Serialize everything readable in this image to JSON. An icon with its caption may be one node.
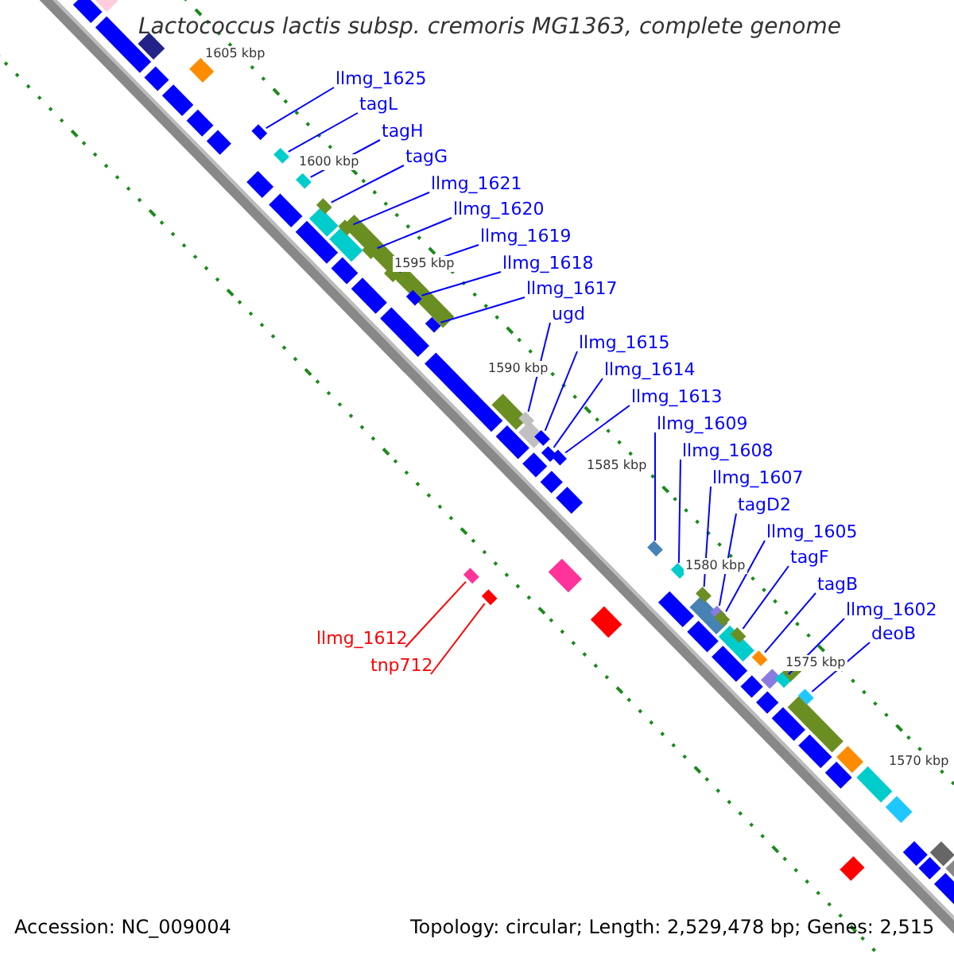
{
  "diagram": {
    "title": "Lactococcus lactis subsp. cremoris MG1363, complete genome",
    "nodes": [
      {
        "text": [
          "llmg_1625"
        ]
      },
      {
        "text": [
          "tagL"
        ]
      },
      {
        "text": [
          "tagH"
        ]
      },
      {
        "text": [
          "tagG"
        ]
      },
      {
        "text": [
          "llmg_1621"
        ]
      },
      {
        "text": [
          "llmg_1620"
        ]
      },
      {
        "text": [
          "llmg_1619"
        ]
      },
      {
        "text": [
          "llmg_1618"
        ]
      },
      {
        "text": [
          "llmg_1617"
        ]
      },
      {
        "text": [
          "ugd"
        ]
      },
      {
        "text": [
          "llmg_1615"
        ]
      },
      {
        "text": [
          "llmg_1614"
        ]
      },
      {
        "text": [
          "llmg_1613"
        ]
      },
      {
        "text": [
          "llmg_1609"
        ]
      },
      {
        "text": [
          "llmg_1608"
        ]
      },
      {
        "text": [
          "llmg_1607"
        ]
      },
      {
        "text": [
          "tagD2"
        ]
      },
      {
        "text": [
          "llmg_1605"
        ]
      },
      {
        "text": [
          "tagF"
        ]
      },
      {
        "text": [
          "tagB"
        ]
      },
      {
        "text": [
          "llmg_1602"
        ]
      },
      {
        "text": [
          "deoB"
        ]
      },
      {
        "text": [
          "llmg_1612"
        ]
      },
      {
        "text": [
          "tnp712"
        ]
      },
      {
        "text": [],
        "shape": "bar"
      },
      {
        "text": [],
        "shape": "bar"
      },
      {
        "text": [],
        "shape": "bar"
      },
      {
        "text": [],
        "shape": "bar"
      },
      {
        "text": [],
        "shape": "bar"
      },
      {
        "text": [],
        "shape": "bar"
      },
      {
        "text": [],
        "shape": "bar"
      },
      {
        "text": [],
        "shape": "bar"
      },
      {
        "text": [],
        "shape": "bar"
      },
      {
        "text": [],
        "shape": "bar"
      },
      {
        "text": [],
        "shape": "bar"
      },
      {
        "text": [],
        "shape": "bar"
      },
      {
        "text": [],
        "shape": "bar"
      },
      {
        "text": [],
        "shape": "bar"
      },
      {
        "text": [],
        "shape": "bar"
      },
      {
        "text": [],
        "shape": "bar"
      },
      {
        "text": [],
        "shape": "bar"
      },
      {
        "text": [],
        "shape": "bar"
      },
      {
        "text": [],
        "shape": "bar"
      },
      {
        "text": [],
        "shape": "bar"
      },
      {
        "text": [],
        "shape": "bar"
      },
      {
        "text": [],
        "shape": "bar"
      },
      {
        "text": [],
        "shape": "bar"
      },
      {
        "text": [],
        "shape": "bar"
      }
    ],
    "edges": [
      {
        "from": 0,
        "to": 24,
        "arrow": "none"
      },
      {
        "from": 1,
        "to": 25,
        "arrow": "none"
      },
      {
        "from": 2,
        "to": 26,
        "arrow": "none"
      },
      {
        "from": 3,
        "to": 27,
        "arrow": "none"
      },
      {
        "from": 4,
        "to": 28,
        "arrow": "none"
      },
      {
        "from": 5,
        "to": 29,
        "arrow": "none"
      },
      {
        "from": 6,
        "to": 30,
        "arrow": "none"
      },
      {
        "from": 7,
        "to": 31,
        "arrow": "none"
      },
      {
        "from": 8,
        "to": 32,
        "arrow": "none"
      },
      {
        "from": 9,
        "to": 35,
        "arrow": "none"
      },
      {
        "from": 10,
        "to": 36,
        "arrow": "none"
      },
      {
        "from": 11,
        "to": 37,
        "arrow": "none"
      },
      {
        "from": 12,
        "to": 38,
        "arrow": "none"
      },
      {
        "from": 13,
        "to": 39,
        "arrow": "none"
      },
      {
        "from": 14,
        "to": 40,
        "arrow": "none"
      },
      {
        "from": 15,
        "to": 41,
        "arrow": "none"
      },
      {
        "from": 16,
        "to": 42,
        "arrow": "none"
      },
      {
        "from": 17,
        "to": 43,
        "arrow": "none"
      },
      {
        "from": 18,
        "to": 44,
        "arrow": "none"
      },
      {
        "from": 19,
        "to": 45,
        "arrow": "none"
      },
      {
        "from": 20,
        "to": 46,
        "arrow": "none"
      },
      {
        "from": 21,
        "to": 47,
        "arrow": "none"
      },
      {
        "from": 22,
        "to": 33,
        "arrow": "none",
        "color": "#ff0000"
      },
      {
        "from": 23,
        "to": 34,
        "arrow": "none",
        "color": "#ff0000"
      }
    ],
    "labels": [
      "1605 kbp",
      "1600 kbp",
      "1595 kbp",
      "1590 kbp",
      "1585 kbp",
      "1580 kbp",
      "1575 kbp",
      "1570 kbp",
      "Accession: NC_009004",
      "Topology: circular; Length: 2,529,478 bp; Genes: 2,515"
    ]
  }
}
